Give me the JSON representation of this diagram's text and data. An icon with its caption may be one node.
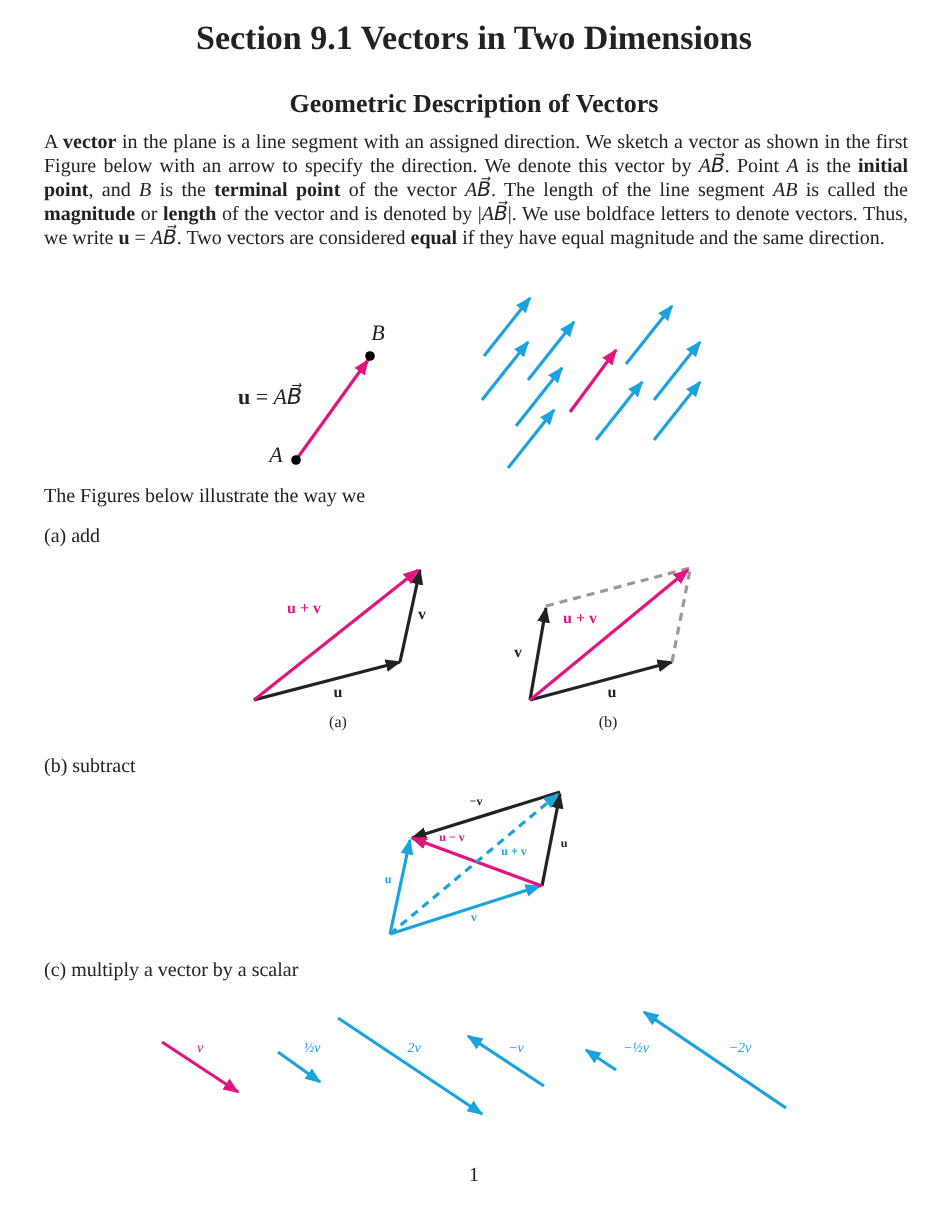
{
  "diagram": {
    "title": "Section 9.1 Vectors in Two Dimensions",
    "labels": [
      "Geometric Description of Vectors",
      "A **vector** in the plane is a line segment with an assigned direction. We sketch a vector as shown in the first Figure below with an arrow to specify the direction. We denote this vector by *AB⃗*. Point *A* is the **initial point**, and *B* is the **terminal point** of the vector *AB⃗*. The length of the line segment *AB* is called the **magnitude** or **length** of the vector and is denoted by |*AB⃗*|. We use boldface letters to denote vectors. Thus, we write **u** = *AB⃗*. Two vectors are considered **equal** if they have equal magnitude and the same direction.",
      "B",
      "**u** = *AB⃗*",
      "A",
      "The Figures below illustrate the way we",
      "(a) add",
      "u + v",
      "v",
      "u",
      "(a)",
      "v",
      "u + v",
      "u",
      "(b)",
      "(b) subtract",
      "−v",
      "u − v",
      "u + v",
      "u",
      "u",
      "v",
      "(c) multiply a vector by a scalar",
      "v",
      "½v",
      "2v",
      "−v",
      "−½v",
      "−2v",
      "1"
    ]
  }
}
